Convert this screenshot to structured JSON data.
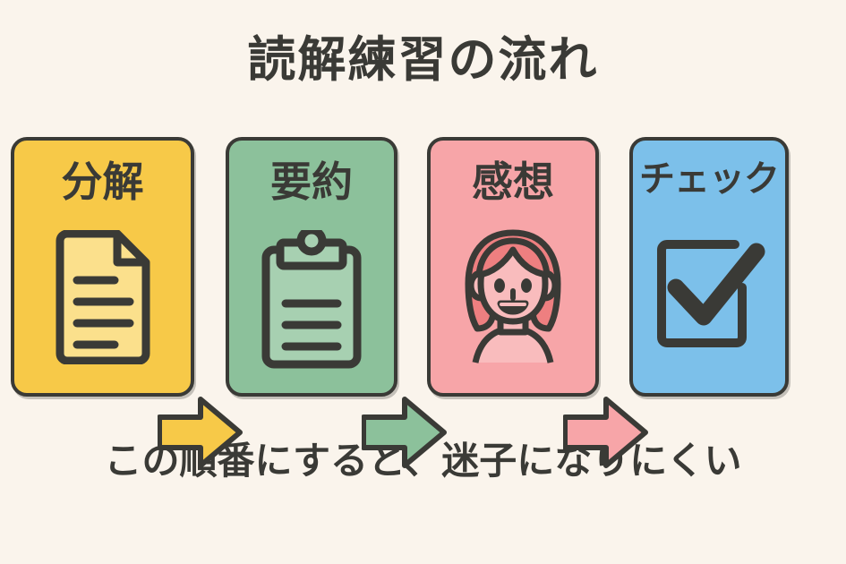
{
  "title": "読解練習の流れ",
  "caption": "この順番にすると、迷子になりにくい",
  "colors": {
    "background": "#FAF4EC",
    "ink": "#3A3A36",
    "step1": "#F7C948",
    "step1_icon_fill": "#FBE08C",
    "step2": "#8CC19B",
    "step2_icon_fill": "#A7D0B1",
    "step3": "#F7A5A8",
    "step3_hair": "#EE7F80",
    "step3_face": "#F9BCBD",
    "step4": "#7CC0EA"
  },
  "steps": [
    {
      "order": 1,
      "label": "分解",
      "color": "#F7C948",
      "icon": "document-icon",
      "icon_lines": 4
    },
    {
      "order": 2,
      "label": "要約",
      "color": "#8CC19B",
      "icon": "clipboard-icon",
      "icon_lines": 3
    },
    {
      "order": 3,
      "label": "感想",
      "color": "#F7A5A8",
      "icon": "person-face-icon",
      "icon_lines": 0
    },
    {
      "order": 4,
      "label": "チェック",
      "color": "#7CC0EA",
      "icon": "checkbox-check-icon",
      "icon_lines": 0
    }
  ],
  "arrows": [
    {
      "order": 1,
      "from": "分解",
      "to": "要約",
      "color": "#F7C948",
      "direction": "right"
    },
    {
      "order": 2,
      "from": "要約",
      "to": "感想",
      "color": "#8CC19B",
      "direction": "right"
    },
    {
      "order": 3,
      "from": "感想",
      "to": "チェック",
      "color": "#F7A5A8",
      "direction": "right"
    }
  ]
}
